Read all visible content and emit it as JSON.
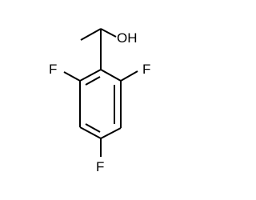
{
  "molecule": {
    "atoms": {
      "hydroxyl": "OH",
      "fluorine_left": "F",
      "fluorine_right": "F",
      "fluorine_bottom": "F"
    },
    "colors": {
      "bond": "#000000",
      "label": "#000000",
      "background": "#ffffff"
    }
  }
}
